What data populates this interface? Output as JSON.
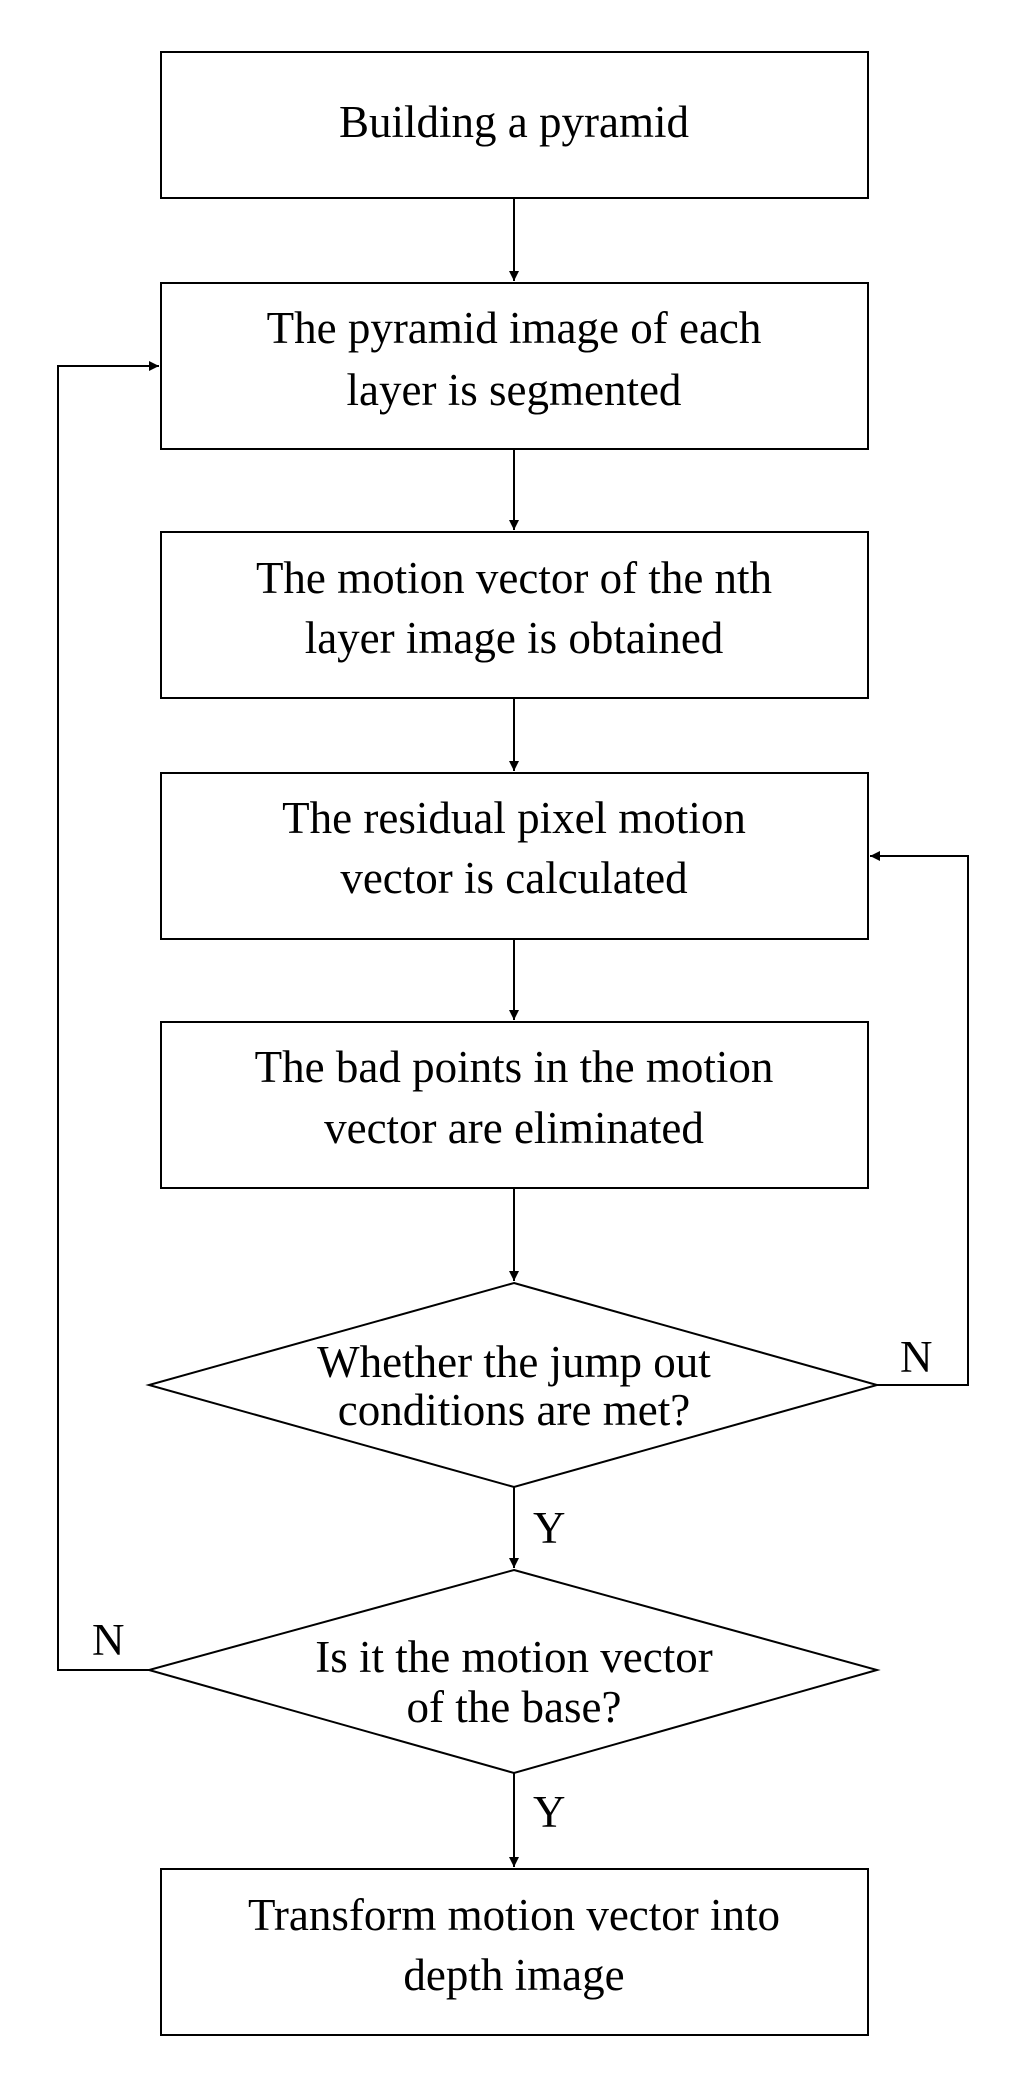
{
  "diagram": {
    "type": "flowchart",
    "steps": {
      "build_pyramid": {
        "lines": [
          "Building a pyramid"
        ]
      },
      "segment": {
        "lines": [
          "The pyramid image of each",
          "layer is segmented"
        ]
      },
      "nth_vector": {
        "lines": [
          "The motion vector of the nth",
          "layer image is obtained"
        ]
      },
      "residual": {
        "lines": [
          "The residual pixel motion",
          "vector is calculated"
        ]
      },
      "bad_points": {
        "lines": [
          "The bad points in the motion",
          "vector are eliminated"
        ]
      },
      "transform": {
        "lines": [
          "Transform motion vector into",
          "depth image"
        ]
      }
    },
    "decisions": {
      "jump_out": {
        "lines": [
          "Whether the jump out",
          "conditions are met?"
        ]
      },
      "base": {
        "lines": [
          "Is it the motion vector",
          "of the base?"
        ]
      }
    },
    "edge_labels": {
      "jump_yes": "Y",
      "jump_no": "N",
      "base_yes": "Y",
      "base_no": "N"
    }
  }
}
